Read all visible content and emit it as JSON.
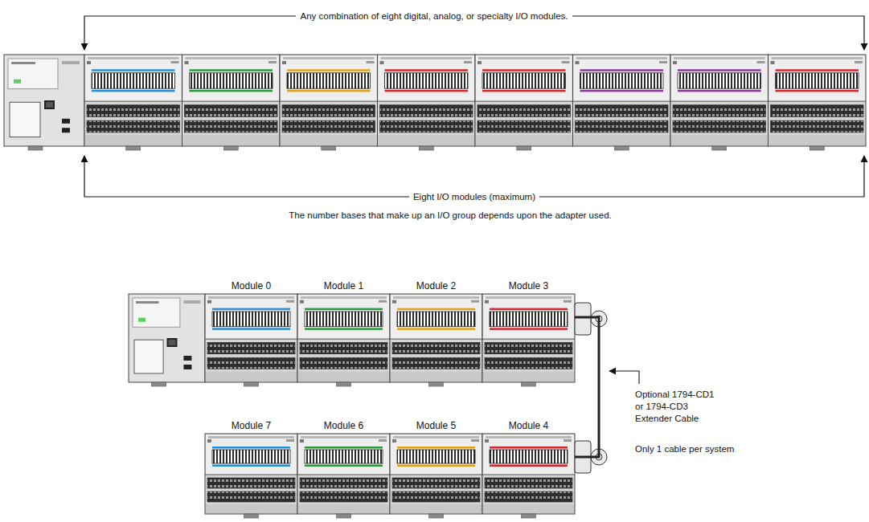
{
  "diagram": {
    "nodes": [
      {
        "text": [
          "Module 0"
        ]
      },
      {
        "text": [
          "Module 1"
        ]
      },
      {
        "text": [
          "Module 2"
        ]
      },
      {
        "text": [
          "Module 3"
        ]
      },
      {
        "text": [
          "Module 7"
        ]
      },
      {
        "text": [
          "Module 6"
        ]
      },
      {
        "text": [
          "Module 5"
        ]
      },
      {
        "text": [
          "Module 4"
        ]
      }
    ],
    "edges": [
      {
        "from": 3,
        "to": 7,
        "arrow": "none"
      }
    ],
    "labels": [
      "Any combination of eight digital, analog, or specialty I/O modules.",
      "Eight I/O modules (maximum)",
      "The number bases that make up an I/O group depends upon the adapter used.",
      "Optional 1794-CD1 or 1794-CD3 Extender Cable",
      "Only 1 cable per system"
    ]
  }
}
